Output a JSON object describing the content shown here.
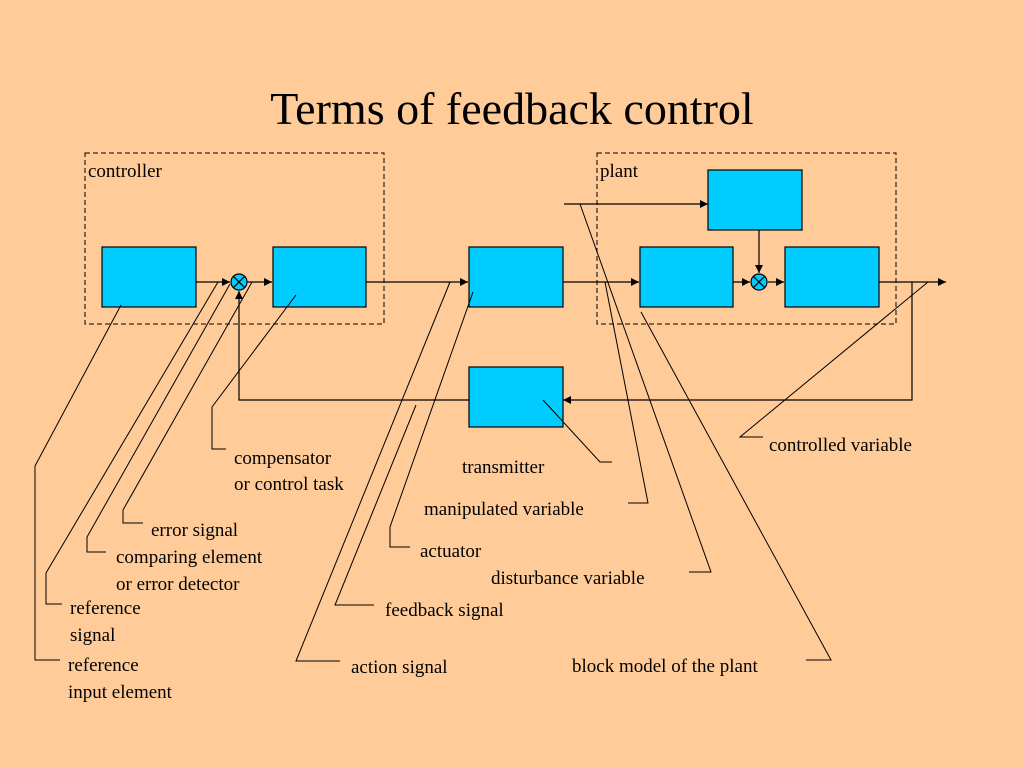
{
  "slide": {
    "title": "Terms of feedback control",
    "background": "#FFCC99",
    "block_color": "#00CCFF"
  },
  "groups": {
    "controller": "controller",
    "plant": "plant"
  },
  "labels": {
    "compensator_1": "compensator",
    "compensator_2": "or control task",
    "error_signal": "error signal",
    "comparing_1": "comparing element",
    "comparing_2": "or error detector",
    "reference_signal_1": "reference",
    "reference_signal_2": "signal",
    "reference_input_1": "reference",
    "reference_input_2": "input element",
    "transmitter": "transmitter",
    "manipulated_variable": "manipulated variable",
    "actuator": "actuator",
    "disturbance_variable": "disturbance variable",
    "feedback_signal": "feedback signal",
    "action_signal": "action signal",
    "block_model": "block model of the plant",
    "controlled_variable": "controlled variable"
  }
}
